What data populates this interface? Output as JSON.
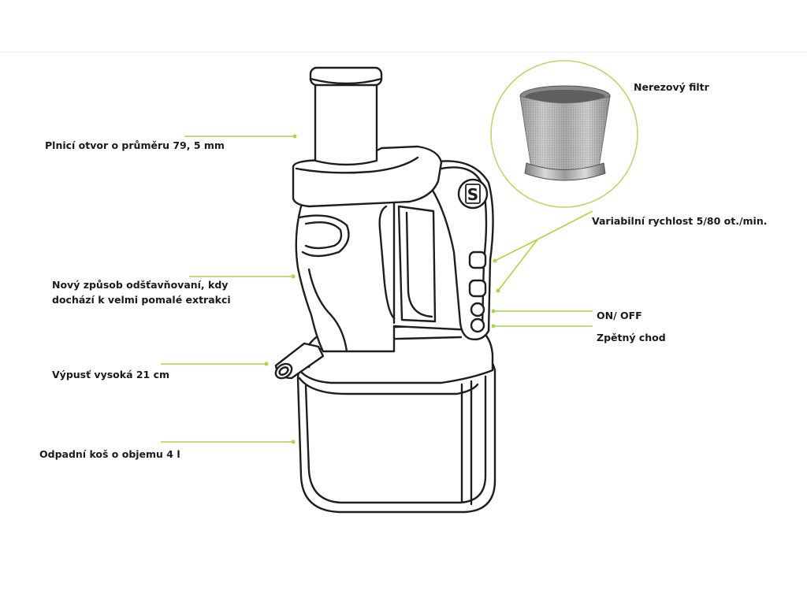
{
  "colors": {
    "accent_line": "#a9d64a",
    "outline": "#1e1e1e",
    "circle": "#b5d96a"
  },
  "labels": {
    "filter": "Nerezový filtr",
    "feed": "Plnicí otvor o průměru 79, 5 mm",
    "speed": "Variabilní rychlost 5/80 ot./min.",
    "method_line1": "Nový způsob odšťavňovaní, kdy",
    "method_line2": "dochází k velmi pomalé extrakci",
    "onoff": "ON/ OFF",
    "reverse": "Zpětný chod",
    "spout": "Výpusť vysoká 21 cm",
    "bin": "Odpadní koš o objemu 4 l"
  },
  "icons": {
    "logo": "S-logo-icon",
    "filter_image": "stainless-filter-icon"
  }
}
